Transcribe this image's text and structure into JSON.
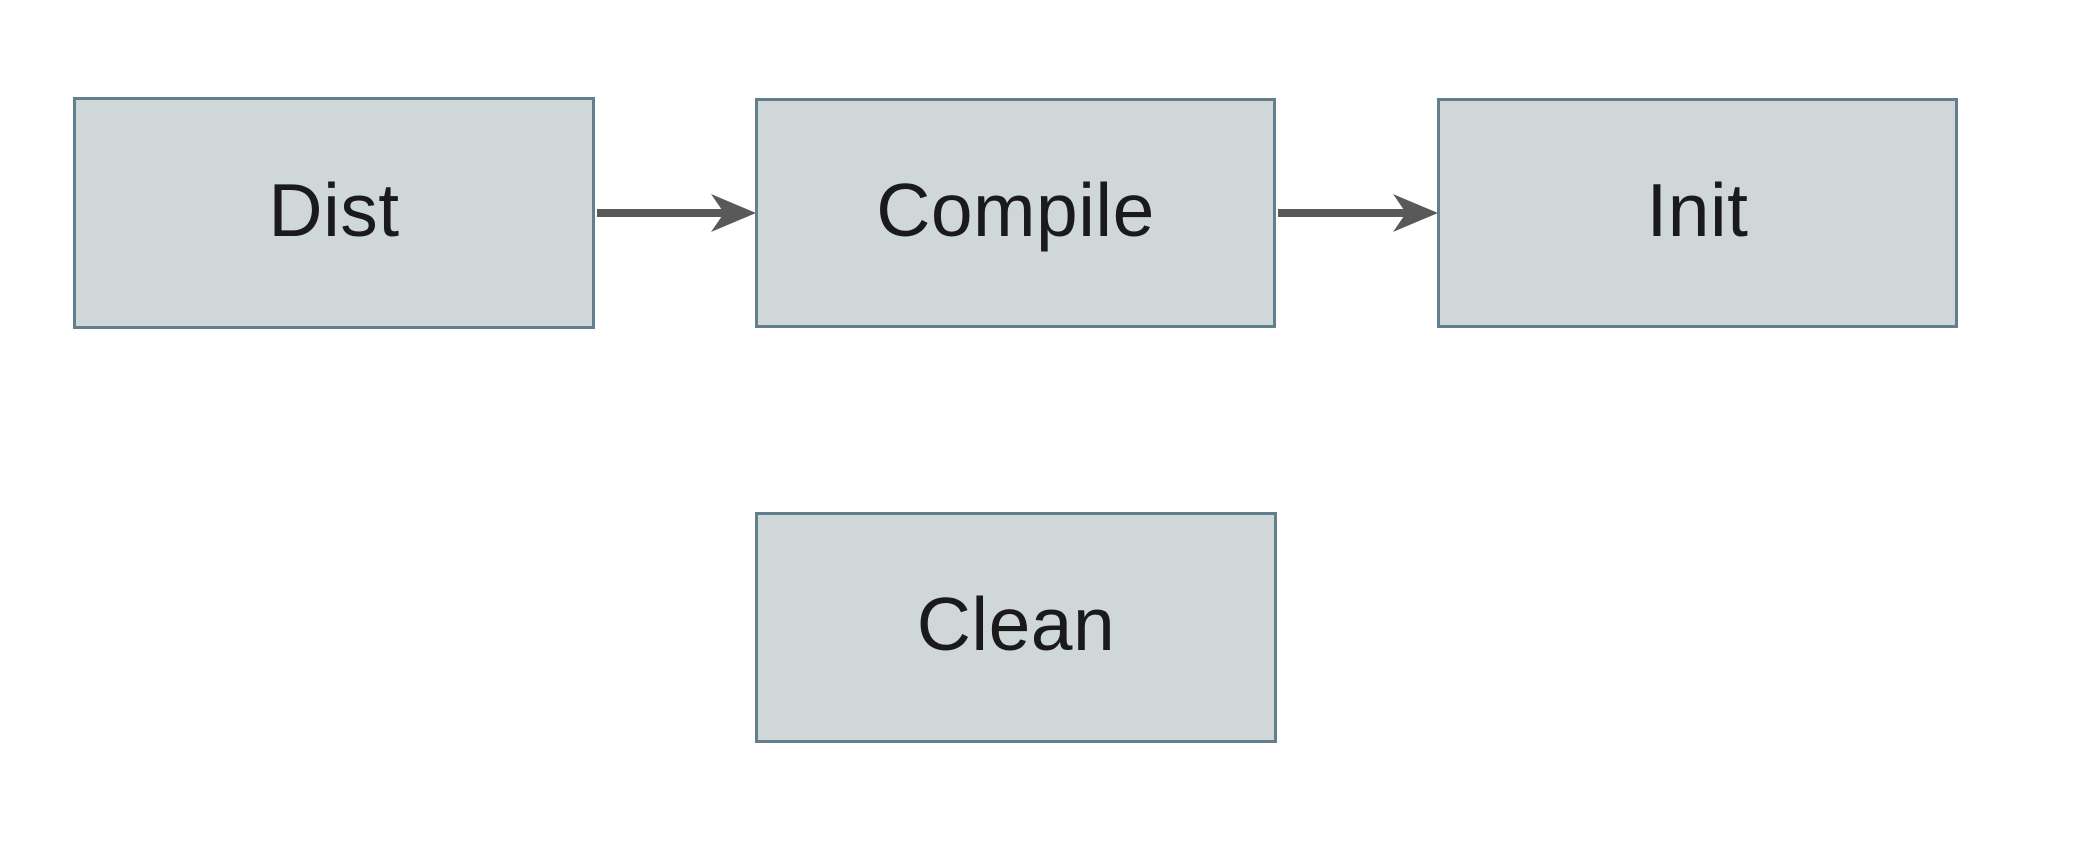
{
  "colors": {
    "background": "#ffffff",
    "node_fill": "#cfd7d9",
    "node_border": "#637f8d",
    "arrow": "#595959",
    "text": "#1a1a1a"
  },
  "diagram": {
    "type": "flowchart",
    "nodes": [
      {
        "id": "dist",
        "label": "Dist"
      },
      {
        "id": "compile",
        "label": "Compile"
      },
      {
        "id": "init",
        "label": "Init"
      },
      {
        "id": "clean",
        "label": "Clean"
      }
    ],
    "edges": [
      {
        "from": "Dist",
        "to": "Compile",
        "direction": "right"
      },
      {
        "from": "Compile",
        "to": "Init",
        "direction": "right"
      }
    ]
  }
}
